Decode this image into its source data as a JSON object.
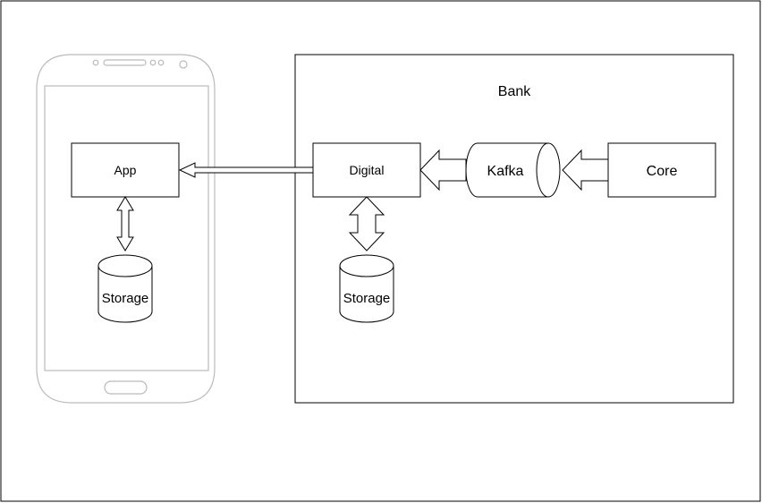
{
  "diagram": {
    "bank_label": "Bank",
    "app_label": "App",
    "digital_label": "Digital",
    "kafka_label": "Kafka",
    "core_label": "Core",
    "app_storage_label": "Storage",
    "digital_storage_label": "Storage"
  },
  "colors": {
    "line": "#000000",
    "phone_outline": "#bbbbbb",
    "background": "#ffffff"
  }
}
